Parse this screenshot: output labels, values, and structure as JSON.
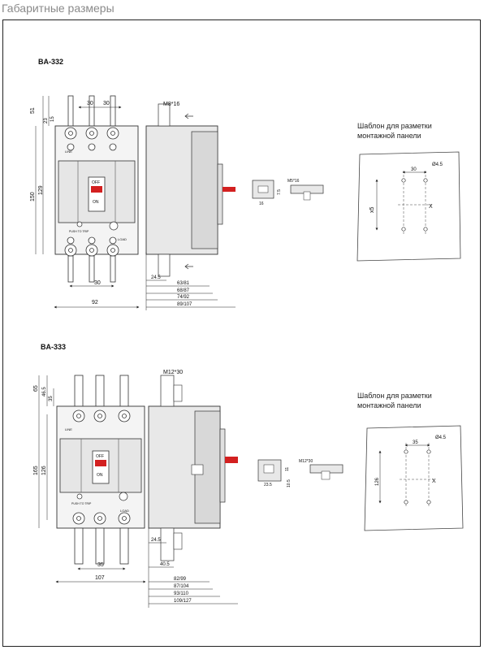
{
  "page": {
    "title": "Габаритные размеры"
  },
  "models": [
    {
      "name": "BA-332",
      "front": {
        "top_dims": [
          "30",
          "30"
        ],
        "left_dims": [
          "51",
          "23",
          "15"
        ],
        "height_dims": [
          "150",
          "129"
        ],
        "bottom_pitch": "30",
        "width": "92",
        "labels": {
          "line": "LINE",
          "off": "OFF",
          "on": "ON",
          "push": "PUSH TO TRIP",
          "load": "LOAD"
        }
      },
      "side": {
        "bolt": "M8*16",
        "dims": [
          "24.5",
          "63/81",
          "68/87",
          "74/92",
          "89/107"
        ]
      },
      "detail": {
        "dim_a": "7.5",
        "dim_b": "16",
        "bolt": "M5*16"
      },
      "template": {
        "title": "Шаблон для разметки монтажной панели",
        "dia": "Ø4.5",
        "w": "30",
        "h": "х5",
        "x": "X"
      }
    },
    {
      "name": "BA-333",
      "front": {
        "top_dims": [],
        "left_dims": [
          "65",
          "46.5",
          "35"
        ],
        "height_dims": [
          "165",
          "126"
        ],
        "bottom_pitch": "35",
        "width": "107",
        "labels": {
          "line": "LINE",
          "off": "OFF",
          "on": "ON",
          "push": "PUSH TO TRIP",
          "load": "LOAD"
        }
      },
      "side": {
        "bolt": "M12*30",
        "dims": [
          "24.5",
          "40.5",
          "82/99",
          "87/104",
          "93/110",
          "109/127"
        ]
      },
      "detail": {
        "dim_a": "11",
        "dim_b": "23.5",
        "dim_c": "10.5",
        "bolt": "M12*30"
      },
      "template": {
        "title": "Шаблон для разметки монтажной панели",
        "dia": "Ø4.5",
        "w": "35",
        "h": "126",
        "x": "X"
      }
    }
  ]
}
